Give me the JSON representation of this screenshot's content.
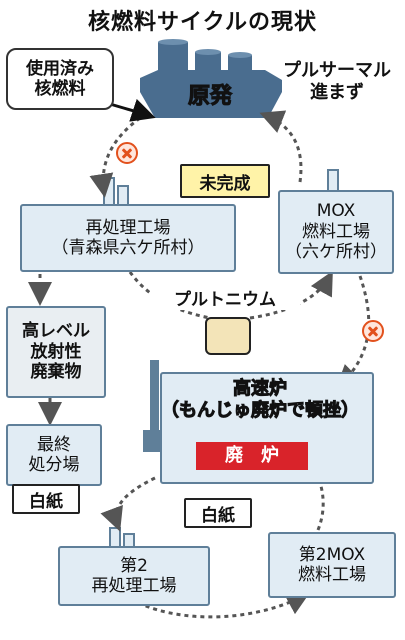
{
  "title": "核燃料サイクルの現状",
  "spent_fuel": {
    "line1": "使用済み",
    "line2": "核燃料"
  },
  "plant": {
    "label": "原発"
  },
  "pluthermal": {
    "line1": "プルサーマル",
    "line2": "進まず"
  },
  "incomplete": "未完成",
  "reprocessing": {
    "line1": "再処理工場",
    "line2": "（青森県六ケ所村）"
  },
  "mox": {
    "line1": "MOX",
    "line2": "燃料工場",
    "line3": "（六ケ所村）"
  },
  "plutonium": "プルトニウム",
  "hlw": {
    "line1": "高レベル",
    "line2": "放射性",
    "line3": "廃棄物"
  },
  "fbr": {
    "line1": "高速炉",
    "line2": "（もんじゅ廃炉で頓挫）"
  },
  "decommission": "廃　炉",
  "final_disposal": {
    "line1": "最終",
    "line2": "処分場"
  },
  "blank1": "白紙",
  "blank2": "白紙",
  "second_reprocessing": {
    "line1": "第2",
    "line2": "再処理工場"
  },
  "second_mox": {
    "line1": "第2MOX",
    "line2": "燃料工場"
  },
  "colors": {
    "accent_red": "#d9232a",
    "cross": "#e2511d",
    "box_fill": "#e1ecf4",
    "box_border": "#5f7f99",
    "incomplete_fill": "#fff3a8",
    "plutonium_fill": "#f3e4b8"
  }
}
